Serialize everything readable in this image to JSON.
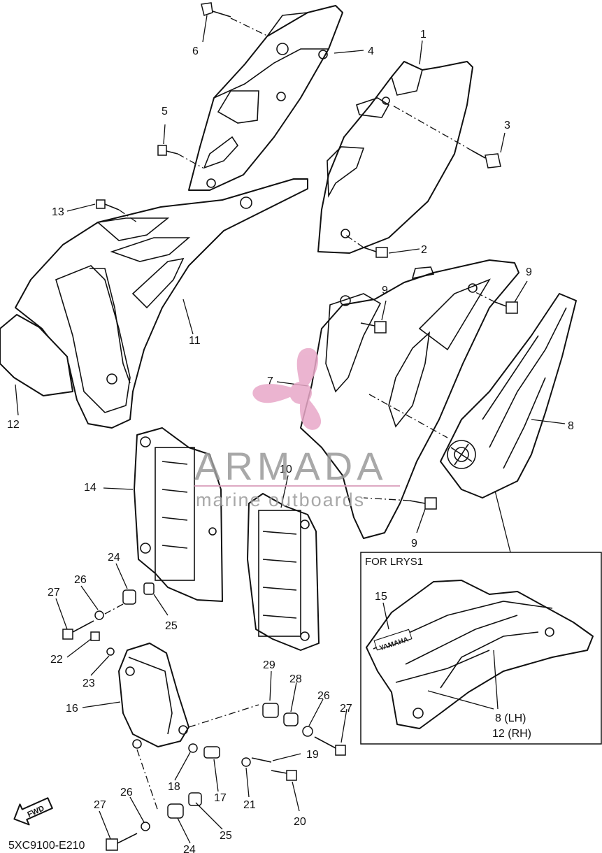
{
  "callouts": [
    {
      "label": "1"
    },
    {
      "label": "2"
    },
    {
      "label": "3"
    },
    {
      "label": "4"
    },
    {
      "label": "5"
    },
    {
      "label": "6"
    },
    {
      "label": "7"
    },
    {
      "label": "8"
    },
    {
      "label": "9"
    },
    {
      "label": "9"
    },
    {
      "label": "9"
    },
    {
      "label": "10"
    },
    {
      "label": "11"
    },
    {
      "label": "12"
    },
    {
      "label": "13"
    },
    {
      "label": "14"
    },
    {
      "label": "15"
    },
    {
      "label": "16"
    },
    {
      "label": "17"
    },
    {
      "label": "18"
    },
    {
      "label": "19"
    },
    {
      "label": "20"
    },
    {
      "label": "21"
    },
    {
      "label": "22"
    },
    {
      "label": "23"
    },
    {
      "label": "24"
    },
    {
      "label": "24"
    },
    {
      "label": "25"
    },
    {
      "label": "25"
    },
    {
      "label": "26"
    },
    {
      "label": "26"
    },
    {
      "label": "26"
    },
    {
      "label": "27"
    },
    {
      "label": "27"
    },
    {
      "label": "27"
    },
    {
      "label": "28"
    },
    {
      "label": "29"
    }
  ],
  "inset": {
    "title": "FOR LRYS1",
    "label_lh": "8  (LH)",
    "label_rh": "12 (RH)",
    "decal": "YAMAHA"
  },
  "fwd_label": "FWD",
  "diagram_code": "5XC9100-E210",
  "watermark": {
    "brand": "ARMADA",
    "tagline": "marine outboards",
    "color_logo": "#e8a8c8"
  }
}
